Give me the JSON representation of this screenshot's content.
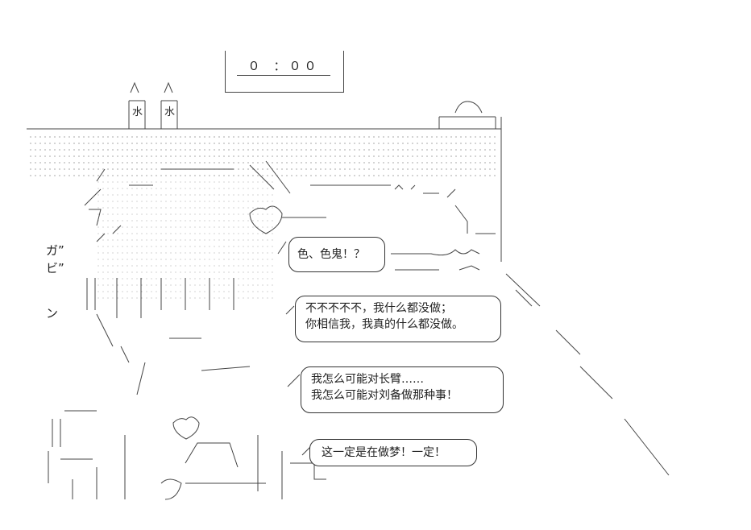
{
  "clock": {
    "time": "０ ：００"
  },
  "sign_left": "水",
  "sign_right": "水",
  "bubbles": [
    {
      "lines": [
        "色、色鬼！？"
      ]
    },
    {
      "lines": [
        "不不不不不，我什么都没做；",
        "你相信我，我真的什么都没做。"
      ]
    },
    {
      "lines": [
        "我怎么可能对长臂……",
        "我怎么可能对刘备做那种事！"
      ]
    },
    {
      "lines": [
        "这一定是在做梦！一定！"
      ]
    }
  ],
  "sound_effects": [
    {
      "text": "ガ”"
    },
    {
      "text": "ビ”"
    },
    {
      "text": "ン"
    }
  ]
}
